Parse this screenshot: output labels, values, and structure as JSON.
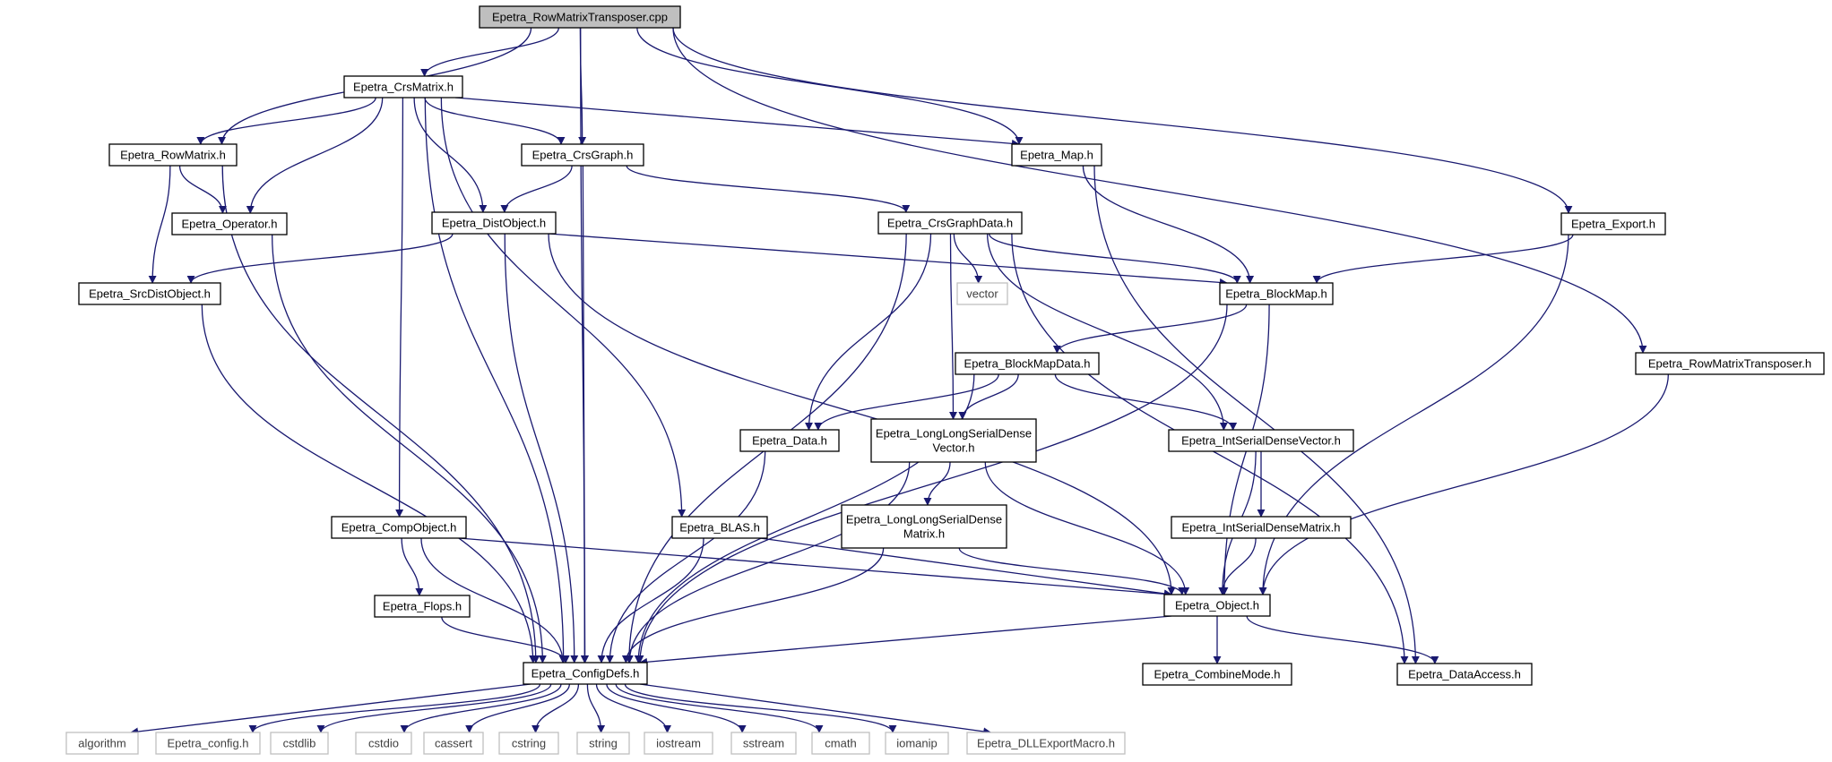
{
  "diagram": {
    "root": "root",
    "nodes": [
      {
        "id": "root",
        "label": "Epetra_RowMatrixTransposer.cpp"
      },
      {
        "id": "crsmatrix",
        "label": "Epetra_CrsMatrix.h"
      },
      {
        "id": "rowmatrix",
        "label": "Epetra_RowMatrix.h"
      },
      {
        "id": "crsgraph",
        "label": "Epetra_CrsGraph.h"
      },
      {
        "id": "map",
        "label": "Epetra_Map.h"
      },
      {
        "id": "operator",
        "label": "Epetra_Operator.h"
      },
      {
        "id": "distobject",
        "label": "Epetra_DistObject.h"
      },
      {
        "id": "crsgraphdata",
        "label": "Epetra_CrsGraphData.h"
      },
      {
        "id": "export",
        "label": "Epetra_Export.h"
      },
      {
        "id": "srcdistobject",
        "label": "Epetra_SrcDistObject.h"
      },
      {
        "id": "vector",
        "label": "vector",
        "external": true
      },
      {
        "id": "blockmap",
        "label": "Epetra_BlockMap.h"
      },
      {
        "id": "blockmapdata",
        "label": "Epetra_BlockMapData.h"
      },
      {
        "id": "rowmatrixtransposer",
        "label": "Epetra_RowMatrixTransposer.h"
      },
      {
        "id": "data",
        "label": "Epetra_Data.h"
      },
      {
        "id": "llsdvector",
        "label": [
          "Epetra_LongLongSerialDense",
          "Vector.h"
        ]
      },
      {
        "id": "intsdvector",
        "label": "Epetra_IntSerialDenseVector.h"
      },
      {
        "id": "compobject",
        "label": "Epetra_CompObject.h"
      },
      {
        "id": "blas",
        "label": "Epetra_BLAS.h"
      },
      {
        "id": "llsdmatrix",
        "label": [
          "Epetra_LongLongSerialDense",
          "Matrix.h"
        ]
      },
      {
        "id": "intsdmatrix",
        "label": "Epetra_IntSerialDenseMatrix.h"
      },
      {
        "id": "flops",
        "label": "Epetra_Flops.h"
      },
      {
        "id": "object",
        "label": "Epetra_Object.h"
      },
      {
        "id": "configdefs",
        "label": "Epetra_ConfigDefs.h"
      },
      {
        "id": "combinemode",
        "label": "Epetra_CombineMode.h"
      },
      {
        "id": "dataaccess",
        "label": "Epetra_DataAccess.h"
      },
      {
        "id": "algorithm",
        "label": "algorithm",
        "external": true
      },
      {
        "id": "epetra_config",
        "label": "Epetra_config.h",
        "external": true
      },
      {
        "id": "cstdlib",
        "label": "cstdlib",
        "external": true
      },
      {
        "id": "cstdio",
        "label": "cstdio",
        "external": true
      },
      {
        "id": "cassert",
        "label": "cassert",
        "external": true
      },
      {
        "id": "cstring",
        "label": "cstring",
        "external": true
      },
      {
        "id": "string",
        "label": "string",
        "external": true
      },
      {
        "id": "iostream",
        "label": "iostream",
        "external": true
      },
      {
        "id": "sstream",
        "label": "sstream",
        "external": true
      },
      {
        "id": "cmath",
        "label": "cmath",
        "external": true
      },
      {
        "id": "iomanip",
        "label": "iomanip",
        "external": true
      },
      {
        "id": "dllexport",
        "label": "Epetra_DLLExportMacro.h",
        "external": true
      }
    ],
    "edges": [
      [
        "root",
        "configdefs"
      ],
      [
        "root",
        "crsmatrix"
      ],
      [
        "root",
        "rowmatrix"
      ],
      [
        "root",
        "crsgraph"
      ],
      [
        "root",
        "map"
      ],
      [
        "root",
        "export"
      ],
      [
        "root",
        "rowmatrixtransposer"
      ],
      [
        "crsmatrix",
        "rowmatrix"
      ],
      [
        "crsmatrix",
        "operator"
      ],
      [
        "crsmatrix",
        "configdefs"
      ],
      [
        "crsmatrix",
        "compobject"
      ],
      [
        "crsmatrix",
        "blas"
      ],
      [
        "crsmatrix",
        "distobject"
      ],
      [
        "crsmatrix",
        "crsgraph"
      ],
      [
        "crsmatrix",
        "map"
      ],
      [
        "rowmatrix",
        "operator"
      ],
      [
        "rowmatrix",
        "srcdistobject"
      ],
      [
        "rowmatrix",
        "configdefs"
      ],
      [
        "crsgraph",
        "distobject"
      ],
      [
        "crsgraph",
        "configdefs"
      ],
      [
        "crsgraph",
        "crsgraphdata"
      ],
      [
        "map",
        "blockmap"
      ],
      [
        "map",
        "dataaccess"
      ],
      [
        "operator",
        "configdefs"
      ],
      [
        "distobject",
        "srcdistobject"
      ],
      [
        "distobject",
        "configdefs"
      ],
      [
        "distobject",
        "blockmap"
      ],
      [
        "distobject",
        "object"
      ],
      [
        "crsgraphdata",
        "configdefs"
      ],
      [
        "crsgraphdata",
        "data"
      ],
      [
        "crsgraphdata",
        "llsdvector"
      ],
      [
        "crsgraphdata",
        "vector"
      ],
      [
        "crsgraphdata",
        "blockmap"
      ],
      [
        "crsgraphdata",
        "intsdvector"
      ],
      [
        "crsgraphdata",
        "dataaccess"
      ],
      [
        "export",
        "blockmap"
      ],
      [
        "export",
        "object"
      ],
      [
        "srcdistobject",
        "configdefs"
      ],
      [
        "blockmap",
        "blockmapdata"
      ],
      [
        "blockmap",
        "object"
      ],
      [
        "blockmap",
        "configdefs"
      ],
      [
        "blockmapdata",
        "data"
      ],
      [
        "blockmapdata",
        "llsdvector"
      ],
      [
        "blockmapdata",
        "intsdvector"
      ],
      [
        "blockmapdata",
        "configdefs"
      ],
      [
        "rowmatrixtransposer",
        "object"
      ],
      [
        "data",
        "configdefs"
      ],
      [
        "llsdvector",
        "llsdmatrix"
      ],
      [
        "llsdvector",
        "object"
      ],
      [
        "llsdvector",
        "configdefs"
      ],
      [
        "intsdvector",
        "intsdmatrix"
      ],
      [
        "intsdvector",
        "object"
      ],
      [
        "compobject",
        "flops"
      ],
      [
        "compobject",
        "configdefs"
      ],
      [
        "compobject",
        "object"
      ],
      [
        "blas",
        "configdefs"
      ],
      [
        "blas",
        "object"
      ],
      [
        "llsdmatrix",
        "object"
      ],
      [
        "llsdmatrix",
        "configdefs"
      ],
      [
        "intsdmatrix",
        "object"
      ],
      [
        "flops",
        "configdefs"
      ],
      [
        "object",
        "configdefs"
      ],
      [
        "object",
        "combinemode"
      ],
      [
        "object",
        "dataaccess"
      ],
      [
        "configdefs",
        "algorithm"
      ],
      [
        "configdefs",
        "epetra_config"
      ],
      [
        "configdefs",
        "cstdlib"
      ],
      [
        "configdefs",
        "cstdio"
      ],
      [
        "configdefs",
        "cassert"
      ],
      [
        "configdefs",
        "cstring"
      ],
      [
        "configdefs",
        "string"
      ],
      [
        "configdefs",
        "iostream"
      ],
      [
        "configdefs",
        "sstream"
      ],
      [
        "configdefs",
        "cmath"
      ],
      [
        "configdefs",
        "iomanip"
      ],
      [
        "configdefs",
        "dllexport"
      ]
    ]
  }
}
